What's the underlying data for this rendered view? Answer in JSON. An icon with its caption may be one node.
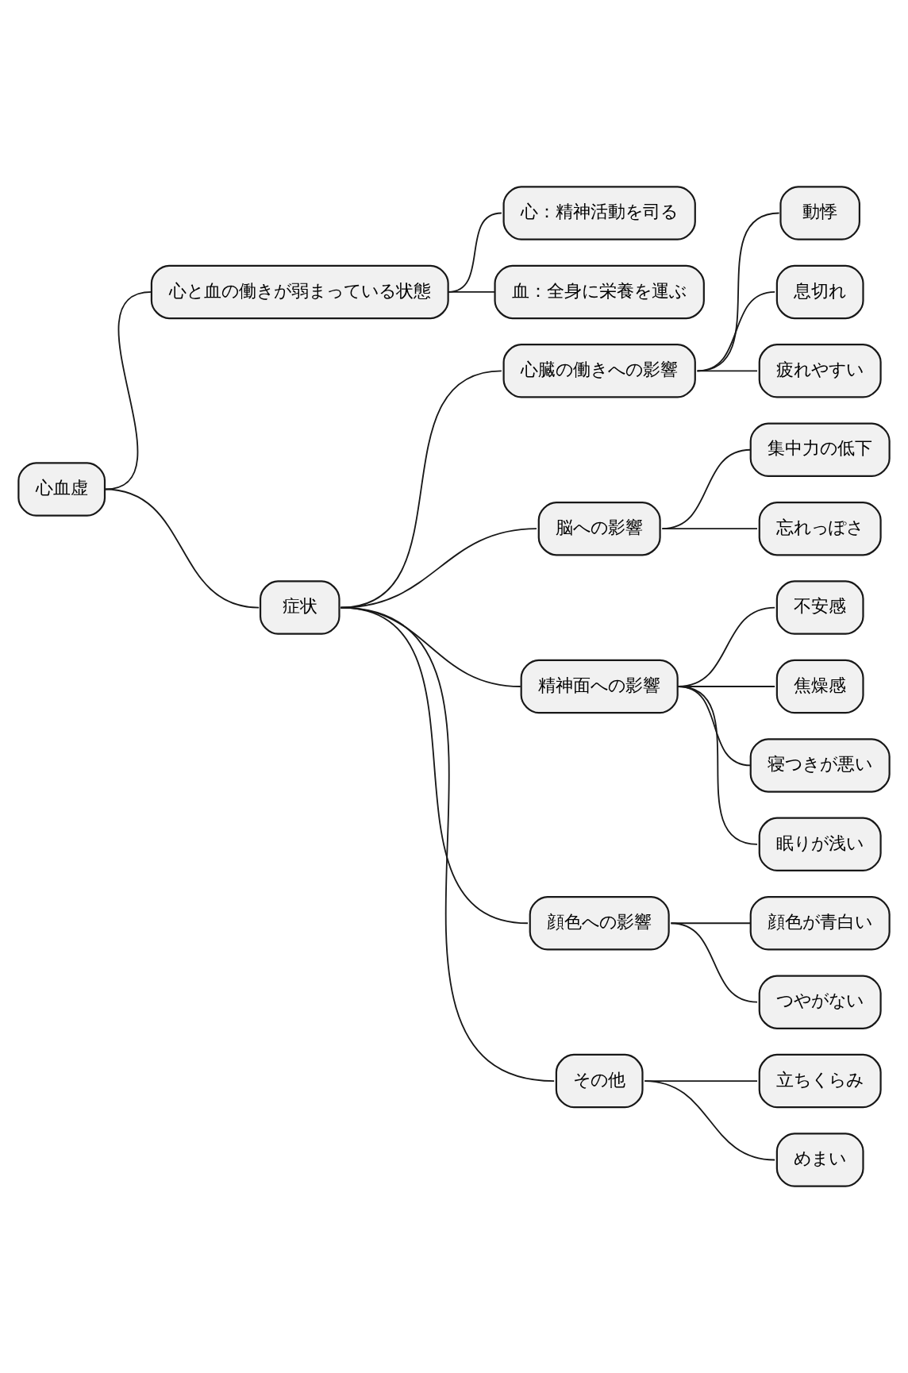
{
  "diagram": {
    "nodes": [
      {
        "text": [
          "心血虚"
        ]
      },
      {
        "text": [
          "心と血の働きが弱まっている状態"
        ]
      },
      {
        "text": [
          "心：精神活動を司る"
        ]
      },
      {
        "text": [
          "血：全身に栄養を運ぶ"
        ]
      },
      {
        "text": [
          "症状"
        ]
      },
      {
        "text": [
          "心臓の働きへの影響"
        ]
      },
      {
        "text": [
          "動悸"
        ]
      },
      {
        "text": [
          "息切れ"
        ]
      },
      {
        "text": [
          "疲れやすい"
        ]
      },
      {
        "text": [
          "脳への影響"
        ]
      },
      {
        "text": [
          "集中力の低下"
        ]
      },
      {
        "text": [
          "忘れっぽさ"
        ]
      },
      {
        "text": [
          "精神面への影響"
        ]
      },
      {
        "text": [
          "不安感"
        ]
      },
      {
        "text": [
          "焦燥感"
        ]
      },
      {
        "text": [
          "寝つきが悪い"
        ]
      },
      {
        "text": [
          "眠りが浅い"
        ]
      },
      {
        "text": [
          "顔色への影響"
        ]
      },
      {
        "text": [
          "顔色が青白い"
        ]
      },
      {
        "text": [
          "つやがない"
        ]
      },
      {
        "text": [
          "その他"
        ]
      },
      {
        "text": [
          "立ちくらみ"
        ]
      },
      {
        "text": [
          "めまい"
        ]
      }
    ],
    "edges": [
      {
        "from": 0,
        "to": 1,
        "arrow": "none"
      },
      {
        "from": 1,
        "to": 2,
        "arrow": "none"
      },
      {
        "from": 1,
        "to": 3,
        "arrow": "none"
      },
      {
        "from": 0,
        "to": 4,
        "arrow": "none"
      },
      {
        "from": 4,
        "to": 5,
        "arrow": "none"
      },
      {
        "from": 5,
        "to": 6,
        "arrow": "none"
      },
      {
        "from": 5,
        "to": 7,
        "arrow": "none"
      },
      {
        "from": 5,
        "to": 8,
        "arrow": "none"
      },
      {
        "from": 4,
        "to": 9,
        "arrow": "none"
      },
      {
        "from": 9,
        "to": 10,
        "arrow": "none"
      },
      {
        "from": 9,
        "to": 11,
        "arrow": "none"
      },
      {
        "from": 4,
        "to": 12,
        "arrow": "none"
      },
      {
        "from": 12,
        "to": 13,
        "arrow": "none"
      },
      {
        "from": 12,
        "to": 14,
        "arrow": "none"
      },
      {
        "from": 12,
        "to": 15,
        "arrow": "none"
      },
      {
        "from": 12,
        "to": 16,
        "arrow": "none"
      },
      {
        "from": 4,
        "to": 17,
        "arrow": "none"
      },
      {
        "from": 17,
        "to": 18,
        "arrow": "none"
      },
      {
        "from": 17,
        "to": 19,
        "arrow": "none"
      },
      {
        "from": 4,
        "to": 20,
        "arrow": "none"
      },
      {
        "from": 20,
        "to": 21,
        "arrow": "none"
      },
      {
        "from": 20,
        "to": 22,
        "arrow": "none"
      }
    ]
  }
}
